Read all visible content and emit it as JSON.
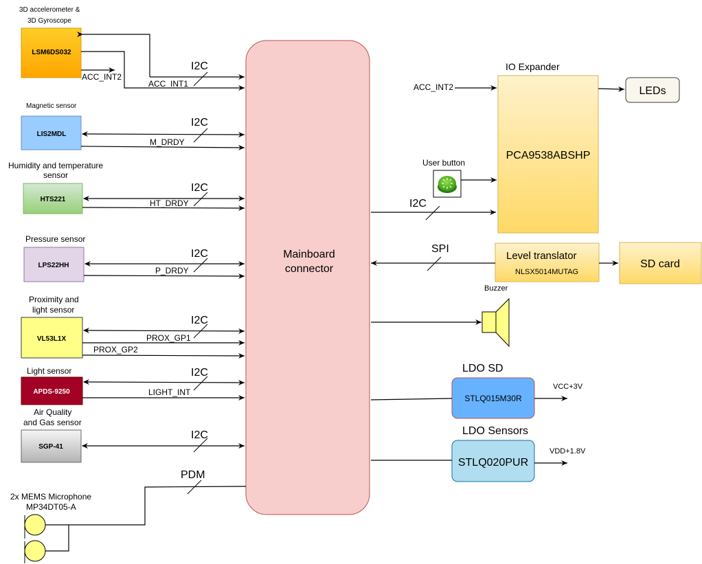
{
  "sensors": [
    {
      "id": "imu",
      "caption": [
        "3D accelerometer &",
        "3D Gyroscope"
      ],
      "chip": "LSM6DS032",
      "signals": [
        "ACC_INT1",
        "ACC_INT2"
      ],
      "bus": "I2C",
      "fill_top": "#ffcd28",
      "fill_bottom": "#ffa500",
      "stroke": "#d79b00"
    },
    {
      "id": "mag",
      "caption": [
        "Magnetic sensor"
      ],
      "chip": "LIS2MDL",
      "signals": [
        "M_DRDY"
      ],
      "bus": "I2C",
      "fill_top": "#99ccff",
      "fill_bottom": "#99ccff",
      "stroke": "#6c8ebf"
    },
    {
      "id": "hum",
      "caption": [
        "Humidity and temperature",
        "sensor"
      ],
      "chip": "HTS221",
      "signals": [
        "HT_DRDY"
      ],
      "bus": "I2C",
      "fill_top": "#d5e8d4",
      "fill_bottom": "#97d077",
      "stroke": "#82b366"
    },
    {
      "id": "press",
      "caption": [
        "Pressure sensor"
      ],
      "chip": "LPS22HH",
      "signals": [
        "P_DRDY"
      ],
      "bus": "I2C",
      "fill_top": "#e1d5e7",
      "fill_bottom": "#e1d5e7",
      "stroke": "#9673a6"
    },
    {
      "id": "prox",
      "caption": [
        "Proximity and",
        "light sensor"
      ],
      "chip": "VL53L1X",
      "signals": [
        "PROX_GP1",
        "PROX_GP2"
      ],
      "bus": "I2C",
      "fill_top": "#ffff88",
      "fill_bottom": "#ffff88",
      "stroke": "#36393d"
    },
    {
      "id": "light",
      "caption": [
        "Light sensor"
      ],
      "chip": "APDS-9250",
      "signals": [
        "LIGHT_INT"
      ],
      "bus": "I2C",
      "fill_top": "#a20025",
      "fill_bottom": "#a20025",
      "stroke": "#6f0000",
      "chip_text_color": "#ffffff"
    },
    {
      "id": "gas",
      "caption": [
        "Air Quality",
        "and Gas sensor"
      ],
      "chip": "SGP-41",
      "signals": [],
      "bus": "I2C",
      "fill_top": "#f5f5f5",
      "fill_bottom": "#b3b3b3",
      "stroke": "#666666"
    }
  ],
  "microphone": {
    "caption": [
      "2x MEMS Microphone",
      "MP34DT05-A"
    ],
    "bus": "PDM",
    "fill": "#ffff88"
  },
  "mainboard": {
    "label": [
      "Mainboard",
      "connector"
    ],
    "fill": "#f8cecc",
    "stroke": "#b85450"
  },
  "io_expander": {
    "title": "IO Expander",
    "chip": "PCA9538ABSHP",
    "input_signal": "ACC_INT2",
    "bus": "I2C",
    "fill_top": "#fff2cc",
    "fill_bottom": "#ffd966",
    "stroke": "#d6b656"
  },
  "leds": {
    "label": "LEDs",
    "fill": "#f9f7ed",
    "stroke": "#36393d"
  },
  "user_button": {
    "label": "User button",
    "icon": "green-push-button-icon"
  },
  "level_translator": {
    "title": "Level translator",
    "chip": "NLSX5014MUTAG",
    "bus": "SPI"
  },
  "sd_card": {
    "label": "SD card"
  },
  "buzzer": {
    "label": "Buzzer",
    "fill": "#ffff88"
  },
  "ldo_sd": {
    "title": "LDO SD",
    "chip": "STLQ015M30R",
    "output": "VCC+3V",
    "fill": "#66b2ff",
    "stroke": "#b85450"
  },
  "ldo_sensors": {
    "title": "LDO Sensors",
    "chip": "STLQ020PUR",
    "output": "VDD+1.8V",
    "fill": "#b1ddf0",
    "stroke": "#10739e"
  }
}
